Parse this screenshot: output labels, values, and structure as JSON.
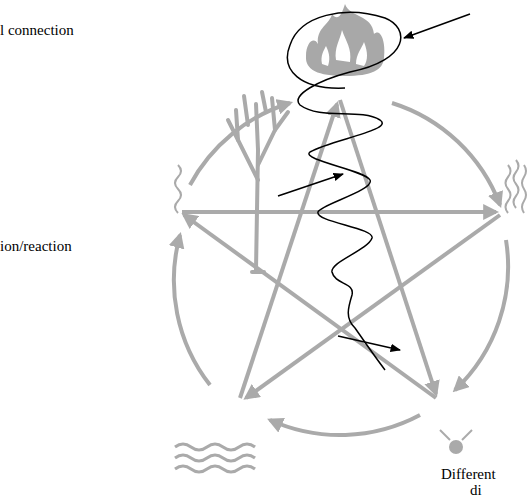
{
  "diagram": {
    "labels": [
      "l connection",
      "ion/reaction",
      "Different",
      "di"
    ]
  }
}
